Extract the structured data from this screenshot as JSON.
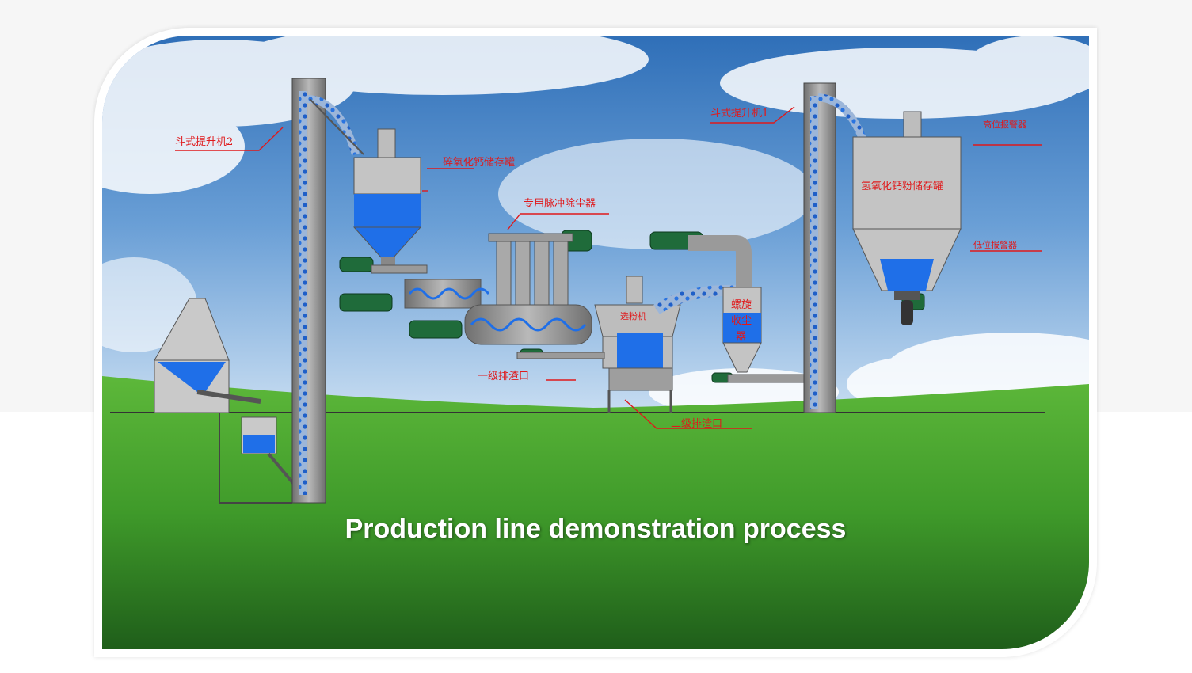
{
  "caption": "Production line demonstration process",
  "labels": {
    "bucket_elevator_2": "斗式提升机2",
    "raw_storage_tank": "碎氧化钙储存罐",
    "pulse_dust_collector": "专用脉冲除尘器",
    "bucket_elevator_1": "斗式提升机1",
    "high_level_alarm": "高位报警器",
    "product_storage_tank": "氢氧化钙粉储存罐",
    "low_level_alarm": "低位报警器",
    "cyclone": "螺旋收尘器",
    "cyclone_line1": "螺旋",
    "cyclone_line2": "收尘",
    "cyclone_line3": "器",
    "classifier": "选粉机",
    "discharge_1": "一级排渣口",
    "discharge_2": "二级排渣口"
  },
  "colors": {
    "sky_top": "#2f6fb8",
    "grass": "#3f9a2a",
    "steel": "#8a8a8a",
    "powder": "#1f6fe8",
    "motor": "#1f6b3a",
    "label": "#e0191b",
    "caption": "#ffffff"
  }
}
